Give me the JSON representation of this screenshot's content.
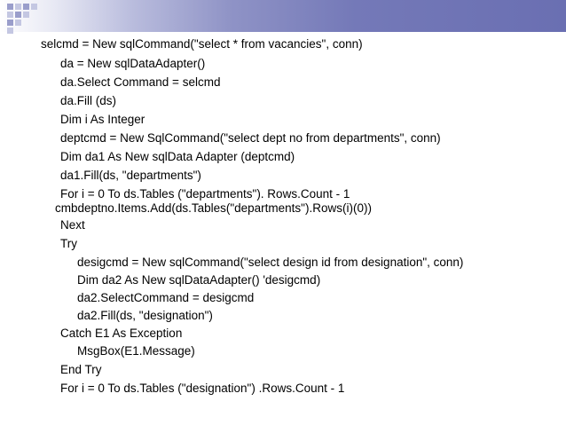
{
  "code_lines": [
    {
      "text": "selcmd = New sqlCommand(\"select * from vacancies\", conn)",
      "indent": 0
    },
    {
      "text": "da = New sqlDataAdapter()",
      "indent": 1
    },
    {
      "text": "da.Select Command = selcmd",
      "indent": 1
    },
    {
      "text": "da.Fill (ds)",
      "indent": 1
    },
    {
      "text": "Dim i As Integer",
      "indent": 1
    },
    {
      "text": "deptcmd = New SqlCommand(\"select dept no from departments\", conn)",
      "indent": 1
    },
    {
      "text": "Dim da1 As New sqlData Adapter (deptcmd)",
      "indent": 1
    },
    {
      "text": "da1.Fill(ds, \"departments\")",
      "indent": 1
    },
    {
      "text": "For i = 0 To ds.Tables (\"departments\"). Rows.Count - 1",
      "indent": 1
    },
    {
      "text": "cmbdeptno.Items.Add(ds.Tables(\"departments\").Rows(i)(0))",
      "indent": 0.5
    },
    {
      "text": "Next",
      "indent": 1
    },
    {
      "text": "Try",
      "indent": 1
    },
    {
      "text": "desigcmd = New sqlCommand(\"select design id from designation\", conn)",
      "indent": 2
    },
    {
      "text": "Dim da2 As New sqlDataAdapter() 'desigcmd)",
      "indent": 2
    },
    {
      "text": "da2.SelectCommand = desigcmd",
      "indent": 2
    },
    {
      "text": "da2.Fill(ds, \"designation\")",
      "indent": 2
    },
    {
      "text": "Catch E1 As Exception",
      "indent": 1
    },
    {
      "text": "MsgBox(E1.Message)",
      "indent": 2
    },
    {
      "text": "End Try",
      "indent": 1
    },
    {
      "text": "For i = 0 To ds.Tables (\"designation\") .Rows.Count - 1",
      "indent": 1
    }
  ],
  "colors": {
    "banner_end": "#6a6fb2",
    "square": "#9a9ecb",
    "text": "#000000"
  }
}
